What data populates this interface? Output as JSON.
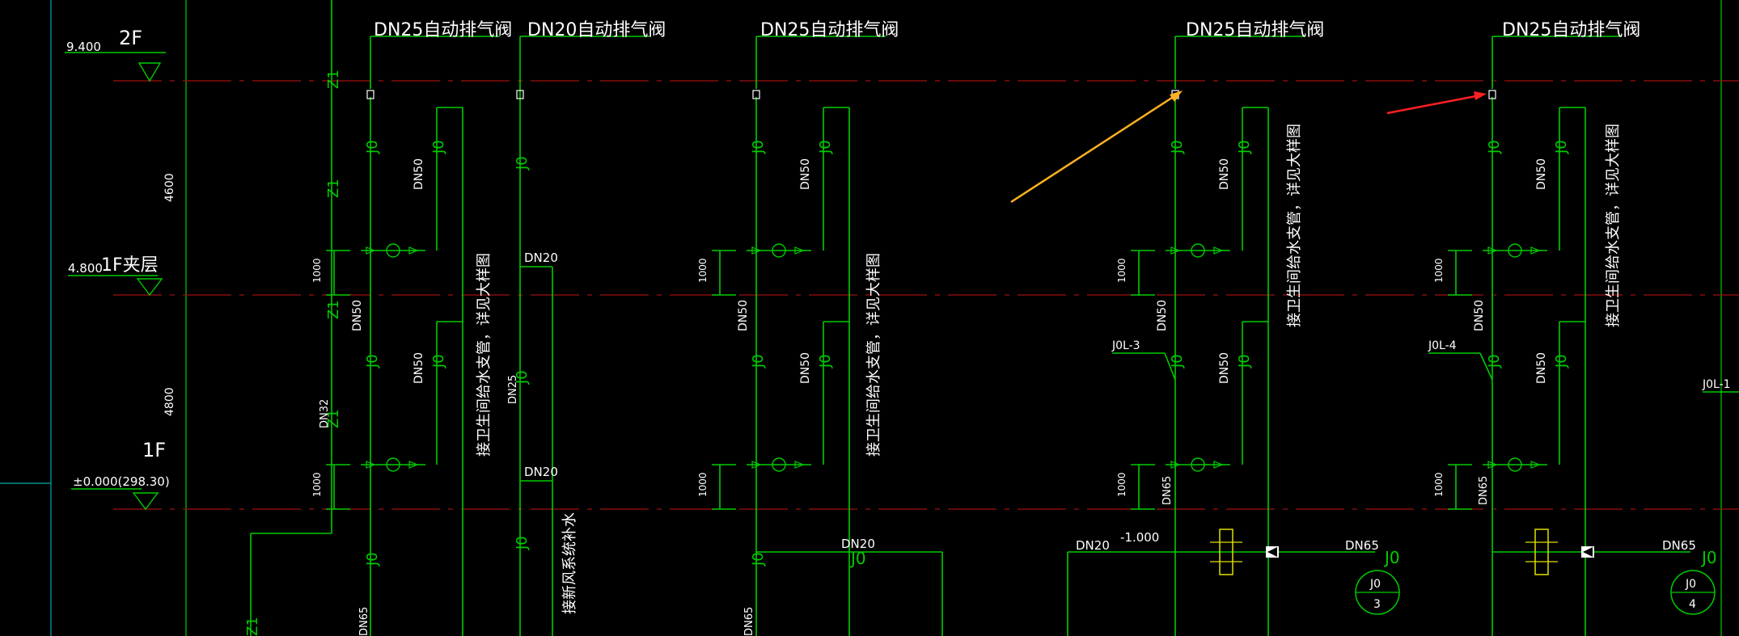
{
  "colors": {
    "background": "#000000",
    "pipe": "#00cc00",
    "label": "#ffffff",
    "floor_line": "#a01010",
    "frame": "#00aaaa",
    "arrow_orange": "#ffb020",
    "arrow_red": "#ff2020",
    "hatch": "#e0e000"
  },
  "floors": {
    "f2_elev": "9.400",
    "f2_name": "2F",
    "f1m_elev": "4.800",
    "f1m_name": "1F夹层",
    "f1_elev": "±0.000(298.30)",
    "f1_name": "1F",
    "dim_upper": "4600",
    "dim_lower": "4800"
  },
  "valve_callouts": [
    "DN25自动排气阀",
    "DN20自动排气阀",
    "DN25自动排气阀",
    "DN25自动排气阀",
    "DN25自动排气阀"
  ],
  "pipe_tags": {
    "j0": "J0",
    "z1": "Z1",
    "dn50": "DN50",
    "dn20": "DN20",
    "dn25": "DN25",
    "dn32": "DN32",
    "dn65": "DN65",
    "d1000": "1000",
    "neg1000": "-1.000"
  },
  "branch_notes": {
    "restroom": "接卫生间给水支管，详见大样图",
    "fresh_air": "接新风系统补水"
  },
  "risers": {
    "jl3": "J0L-3",
    "jl4": "J0L-4",
    "jl1": "J0L-1"
  },
  "circle_tags": [
    {
      "top": "J0",
      "bottom": "3"
    },
    {
      "top": "J0",
      "bottom": "4"
    }
  ]
}
